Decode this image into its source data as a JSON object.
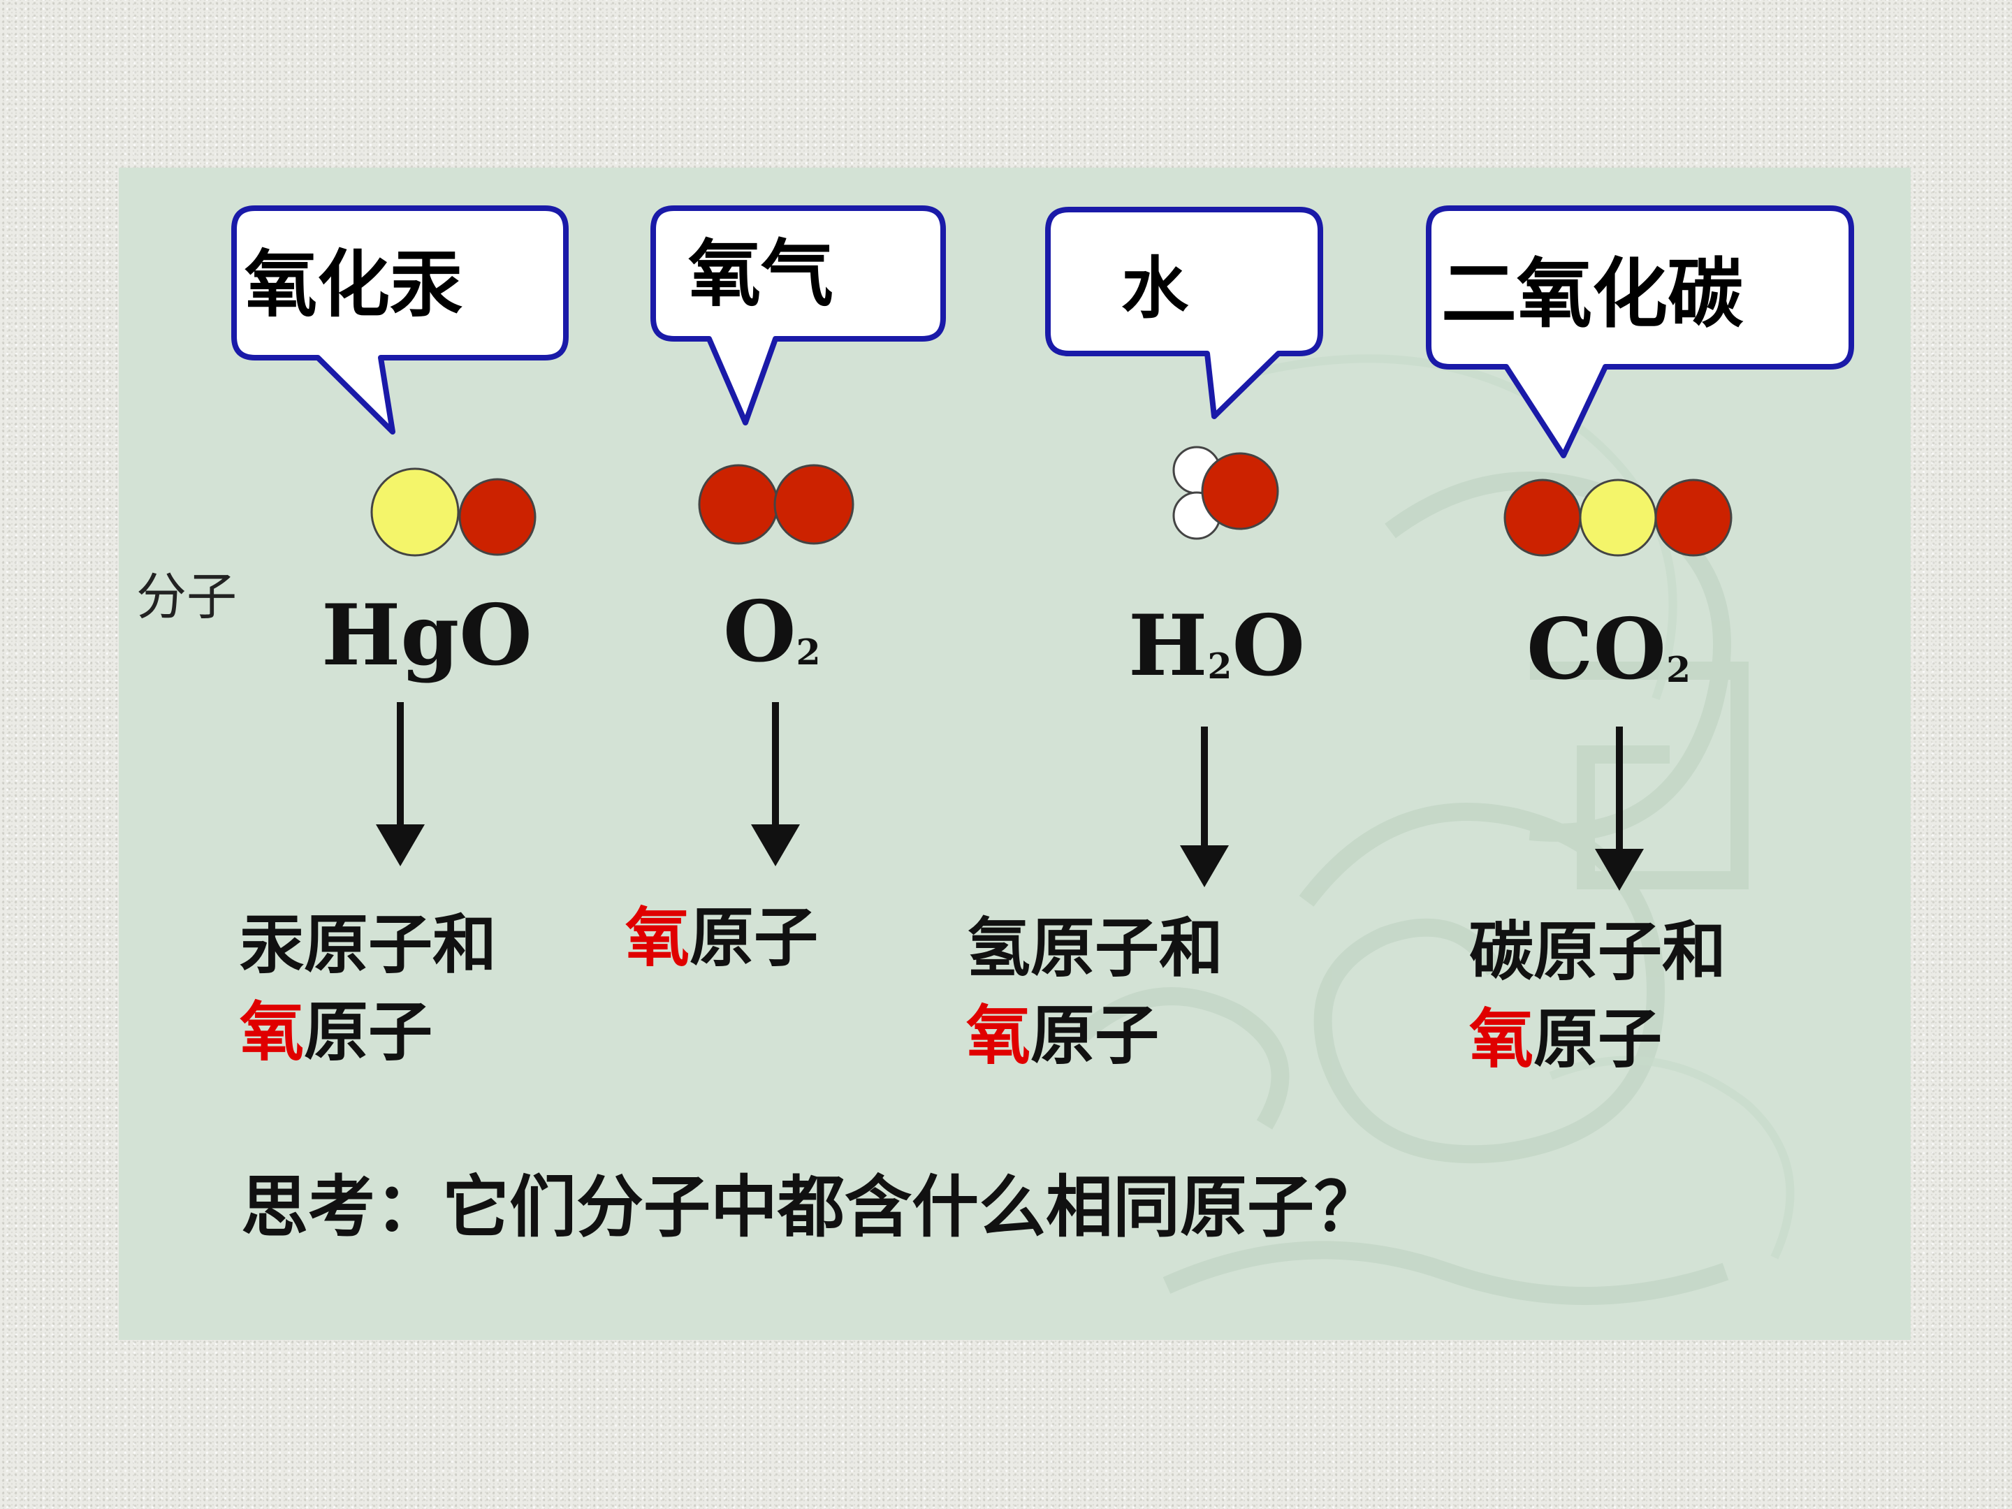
{
  "substances": [
    {
      "name": "氧化汞",
      "formula": {
        "main": "HgO",
        "sub": ""
      },
      "atoms": [
        {
          "color": "#f4f56a"
        },
        {
          "color": "#cc2200"
        }
      ],
      "answer": {
        "line1_black": "汞原子和",
        "line2_red": "氧",
        "line2_black": "原子"
      }
    },
    {
      "name": "氧气",
      "formula": {
        "main": "O",
        "sub": "2"
      },
      "atoms": [
        {
          "color": "#cc2200"
        },
        {
          "color": "#cc2200"
        }
      ],
      "answer": {
        "line1_red": "氧",
        "line1_black": "原子"
      }
    },
    {
      "name": "水",
      "formula": {
        "main": "H",
        "sub": "2",
        "tail": "O"
      },
      "atoms": [
        {
          "color": "#ffffff"
        },
        {
          "color": "#ffffff"
        },
        {
          "color": "#cc2200"
        }
      ],
      "answer": {
        "line1_black": "氢原子和",
        "line2_red": "氧",
        "line2_black": "原子"
      }
    },
    {
      "name": "二氧化碳",
      "formula": {
        "main": "CO",
        "sub": "2"
      },
      "atoms": [
        {
          "color": "#cc2200"
        },
        {
          "color": "#f4f56a"
        },
        {
          "color": "#cc2200"
        }
      ],
      "answer": {
        "line1_black": "碳原子和",
        "line2_red": "氧",
        "line2_black": "原子"
      }
    }
  ],
  "side_label": "分子",
  "question": "思考：它们分子中都含什么相同原子？",
  "colors": {
    "panel": "#d3e2d5",
    "bubble_border": "#1a1aa8",
    "oxygen_atom": "#cc2200",
    "accent_red": "#e00000"
  }
}
